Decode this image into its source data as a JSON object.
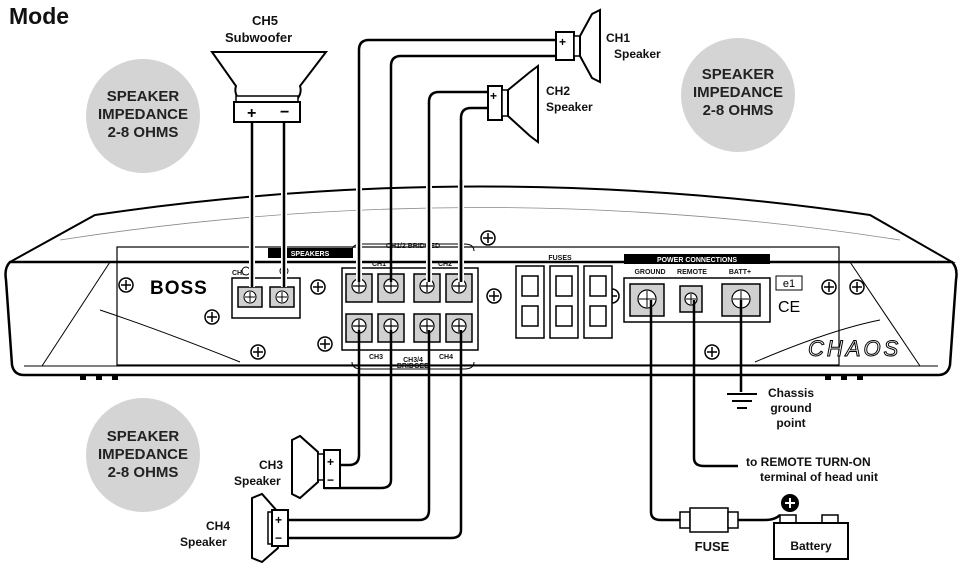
{
  "heading": "Mode",
  "impedance": {
    "line1": "SPEAKER",
    "line2": "IMPEDANCE",
    "line3": "2-8 OHMS"
  },
  "speakers": {
    "ch5": {
      "name": "CH5",
      "type": "Subwoofer"
    },
    "ch1": {
      "name": "CH1",
      "type": "Speaker"
    },
    "ch2": {
      "name": "CH2",
      "type": "Speaker"
    },
    "ch3": {
      "name": "CH3",
      "type": "Speaker"
    },
    "ch4": {
      "name": "CH4",
      "type": "Speaker"
    }
  },
  "amp": {
    "brand": "BOSS",
    "model": "CHAOS",
    "speakers_header": "SPEAKERS",
    "ch12_bridged": "CH1/2 BRIDGED",
    "ch34_bridged_1": "CH3/4",
    "ch34_bridged_2": "BRIDGED",
    "fuses_header": "FUSES",
    "power_header": "POWER CONNECTIONS",
    "ground": "GROUND",
    "remote": "REMOTE",
    "batt": "BATT+",
    "ch1": "CH1",
    "ch2": "CH2",
    "ch3": "CH3",
    "ch4": "CH4",
    "ch5": "CH5",
    "e1": "e1",
    "ce": "CE"
  },
  "chassis": {
    "line1": "Chassis",
    "line2": "ground",
    "line3": "point"
  },
  "remote_note": {
    "line1": "to REMOTE TURN-ON",
    "line2": "terminal of head unit"
  },
  "fuse_label": "FUSE",
  "battery_label": "Battery"
}
